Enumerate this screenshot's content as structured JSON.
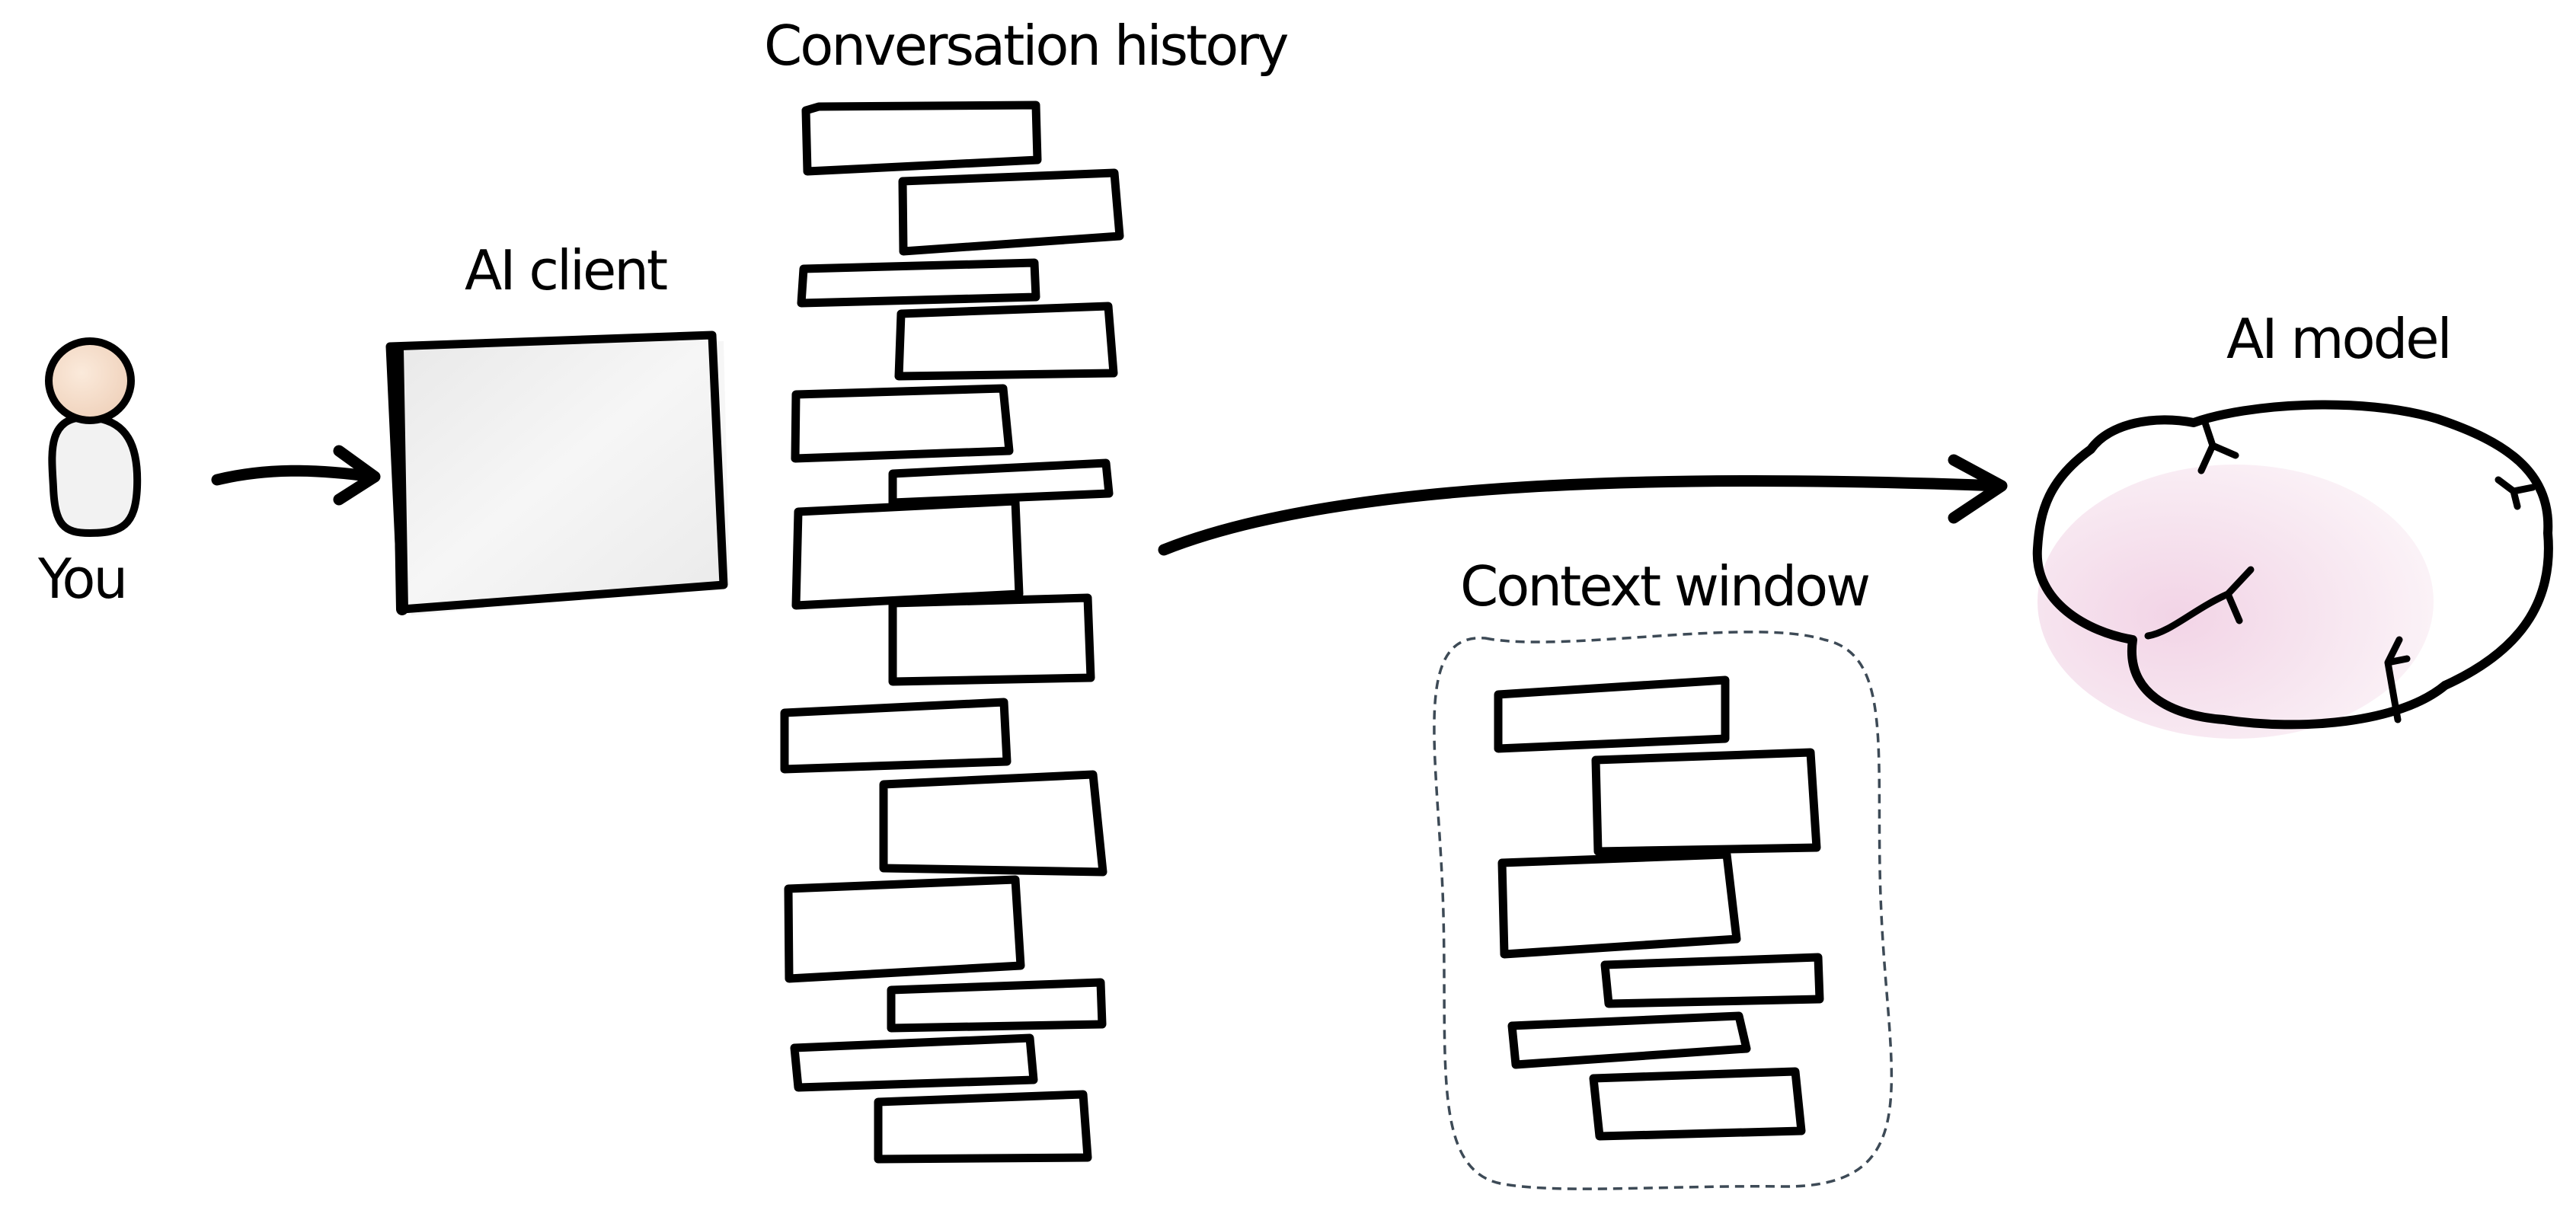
{
  "labels": {
    "you": "You",
    "ai_client": "AI client",
    "conversation_history": "Conversation history",
    "context_window": "Context window",
    "ai_model": "AI model"
  },
  "icons": {
    "person": "person-icon",
    "client": "window-icon",
    "model": "brain-icon"
  },
  "colors": {
    "ink": "#000000",
    "person_head": "#f6e3d2",
    "client_fill": "#eeeeee",
    "brain_fill": "#f3dbea",
    "context_border": "#3d4a56"
  }
}
